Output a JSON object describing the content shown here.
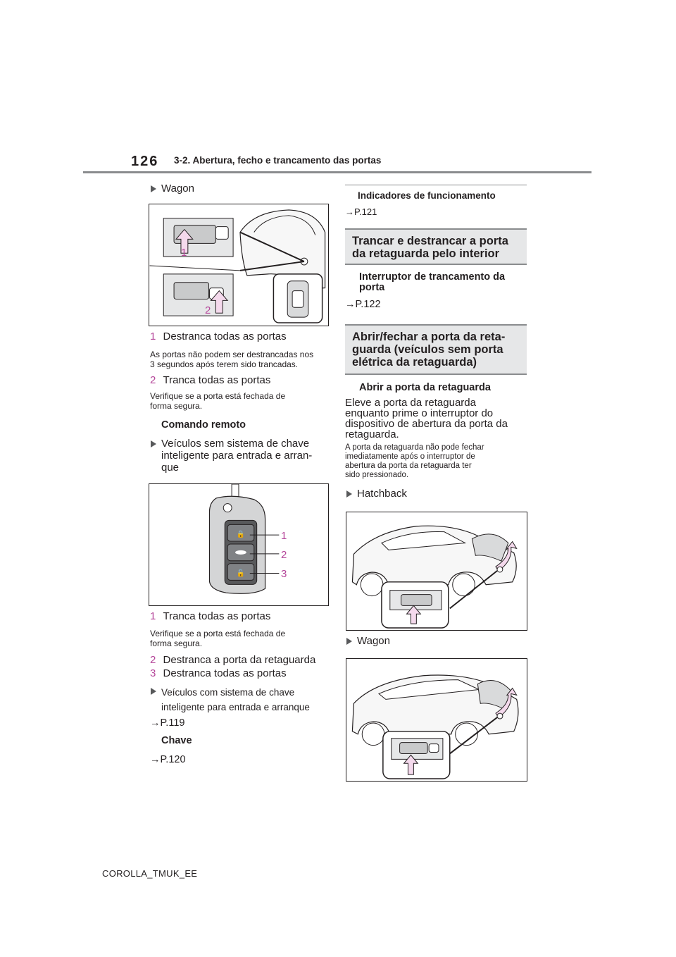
{
  "header": {
    "page_number": "126",
    "chapter": "3-2. Abertura, fecho e trancamento das portas"
  },
  "left": {
    "wagon_label": "Wagon",
    "items_a": [
      {
        "n": "1",
        "text": "Destranca todas as portas"
      },
      {
        "n": "2",
        "text": "Tranca todas as portas"
      }
    ],
    "note_a1_l1": "As portas não podem ser destrancadas nos",
    "note_a1_l2": "3 segundos após terem sido trancadas.",
    "note_a2_l1": "Verifique se a porta está fechada de",
    "note_a2_l2": "forma segura.",
    "remote_heading": "Comando remoto",
    "no_smart_l1": "Veículos sem sistema de chave",
    "no_smart_l2": "inteligente para entrada e arran-",
    "no_smart_l3": "que",
    "key_callouts": [
      "1",
      "2",
      "3"
    ],
    "items_b": [
      {
        "n": "1",
        "text": "Tranca todas as portas"
      },
      {
        "n": "2",
        "text": "Destranca a porta da retaguarda"
      },
      {
        "n": "3",
        "text": "Destranca todas as portas"
      }
    ],
    "note_b1_l1": "Verifique se a porta está fechada de",
    "note_b1_l2": "forma segura.",
    "smart_l1": "Veículos com sistema de chave",
    "smart_l2": "inteligente para entrada e arranque",
    "ref_119": "→P.119",
    "chave_heading": "Chave",
    "ref_120": "→P.120",
    "fig1_callouts": [
      "1",
      "2"
    ]
  },
  "right": {
    "indicators_heading": "Indicadores de funcionamento",
    "ref_121": "→P.121",
    "section1_l1": "Trancar e destrancar a porta",
    "section1_l2": "da retaguarda pelo interior",
    "switch_heading_l1": "Interruptor de trancamento da",
    "switch_heading_l2": "porta",
    "ref_122": "→P.122",
    "section2_l1": "Abrir/fechar a porta da reta-",
    "section2_l2": "guarda (veículos sem porta",
    "section2_l3": "elétrica da retaguarda)",
    "open_heading": "Abrir a porta da retaguarda",
    "open_body_l1": "Eleve a porta da retaguarda",
    "open_body_l2": "enquanto prime o interruptor do",
    "open_body_l3": "dispositivo de abertura da porta da",
    "open_body_l4": "retaguarda.",
    "open_note_l1": "A porta da retaguarda não pode fechar",
    "open_note_l2": "imediatamente após o interruptor de",
    "open_note_l3": "abertura da porta da retaguarda ter",
    "open_note_l4": "sido pressionado.",
    "hatchback_label": "Hatchback",
    "wagon_label": "Wagon"
  },
  "footer": {
    "code": "COROLLA_TMUK_EE"
  },
  "colors": {
    "accent_number": "#b5479a",
    "section_bg": "#e6e7e8",
    "rule": "#8a8c8e",
    "arrow_fill": "#f4d9ec"
  }
}
